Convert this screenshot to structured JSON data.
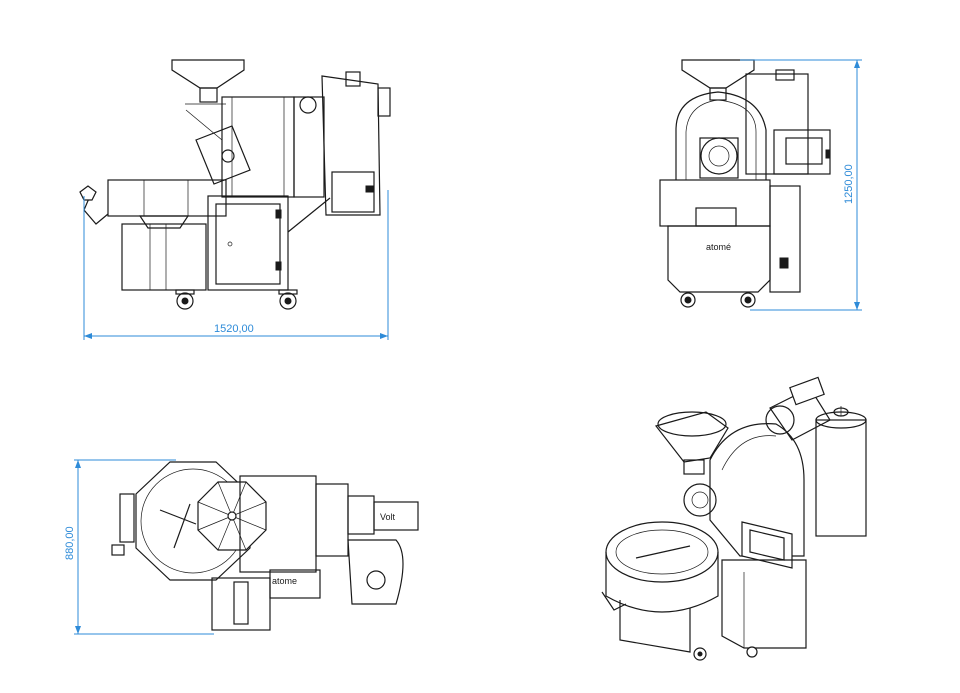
{
  "dimensions": {
    "width_label": "1520,00",
    "height_label": "1250,00",
    "depth_label": "880,00",
    "color": "#2e8bd8"
  },
  "views": {
    "side": {},
    "front": {
      "brand": "atomé"
    },
    "top": {
      "brand": "atome",
      "motor_label": "Volt"
    },
    "isometric": {}
  }
}
